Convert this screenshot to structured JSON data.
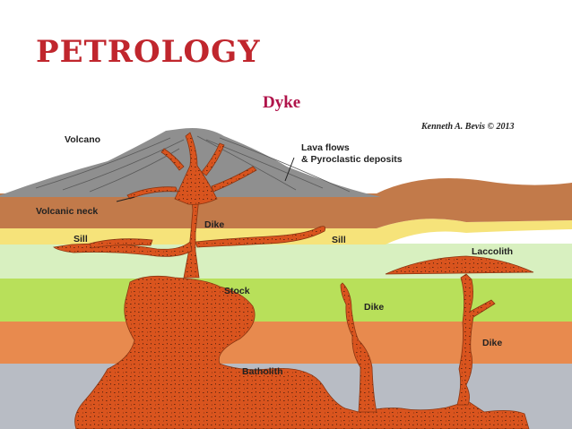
{
  "slide": {
    "title": "PETROLOGY",
    "subtitle": "Dyke"
  },
  "diagram": {
    "credit": "Kenneth A. Bevis © 2013",
    "labels": {
      "volcano": "Volcano",
      "lava_flows_1": "Lava flows",
      "lava_flows_2": "& Pyroclastic deposits",
      "volcanic_neck": "Volcanic neck",
      "dike_top": "Dike",
      "sill_left": "Sill",
      "sill_right": "Sill",
      "laccolith": "Laccolith",
      "stock": "Stock",
      "dike_middle": "Dike",
      "dike_right": "Dike",
      "batholith": "Batholith"
    },
    "colors": {
      "magma": "#d9541e",
      "volcano": "#8f8f8f",
      "brown_layer": "#c27a4a",
      "yellow_layer": "#f6e37a",
      "pale_green_layer": "#d8f0c0",
      "lime_layer": "#b8e05a",
      "orange_layer": "#e88a4e",
      "gray_layer": "#b8bcc4"
    }
  }
}
